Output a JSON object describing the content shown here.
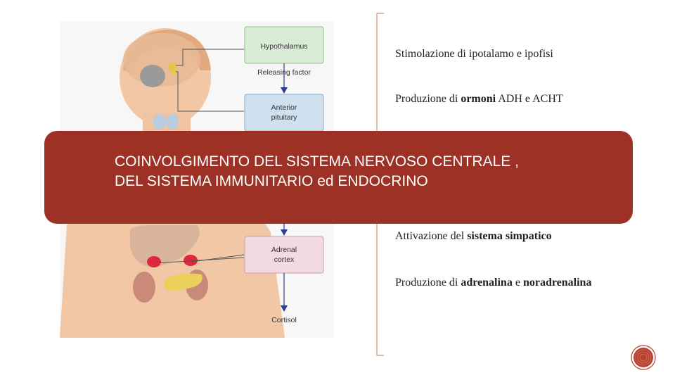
{
  "diagram": {
    "box_hypothalamus": "Hypothalamus",
    "arrow_releasing": "Releasing factor",
    "box_pituitary_line1": "Anterior",
    "box_pituitary_line2": "pituitary",
    "box_adrenal_line1": "Adrenal",
    "box_adrenal_line2": "cortex",
    "output_cortisol": "Cortisol"
  },
  "bullets": [
    {
      "pre": "Stimolazione di ipotalamo e ipofisi",
      "bold1": "",
      "mid": "",
      "bold2": "",
      "post": ""
    },
    {
      "pre": "Produzione di ",
      "bold1": "ormoni",
      "mid": " ADH e ACHT",
      "bold2": "",
      "post": ""
    },
    {
      "pre": "Attivazione del ",
      "bold1": "sistema simpatico",
      "mid": "",
      "bold2": "",
      "post": ""
    },
    {
      "pre": "Produzione di ",
      "bold1": "adrenalina",
      "mid": " e ",
      "bold2": "noradrenalina",
      "post": ""
    }
  ],
  "banner": {
    "line1": "COINVOLGIMENTO DEL SISTEMA NERVOSO CENTRALE ,",
    "line2": "DEL SISTEMA IMMUNITARIO ed ENDOCRINO"
  },
  "colors": {
    "banner": "#9e3125",
    "box_blue": "#cfe0ef",
    "box_green": "#d9ecd6",
    "box_pink": "#f1dbe1",
    "accent": "#b5402d"
  },
  "icons": {
    "nav": "circle-button-icon"
  }
}
